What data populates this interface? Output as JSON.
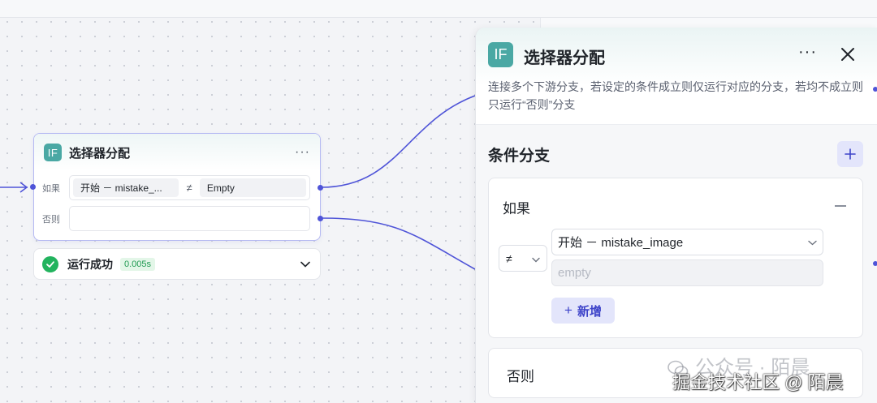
{
  "node": {
    "title": "选择器分配",
    "badge": "IF",
    "more": "···",
    "if_label": "如果",
    "else_label": "否则",
    "condition": {
      "variable": "开始 － mistake_...",
      "operator": "≠",
      "value": "Empty"
    }
  },
  "run_status": {
    "text": "运行成功",
    "time": "0.005s"
  },
  "panel": {
    "badge": "IF",
    "title": "选择器分配",
    "more": "···",
    "description": "连接多个下游分支，若设定的条件成立则仅运行对应的分支，若均不成立则只运行“否则”分支",
    "section_title": "条件分支",
    "case": {
      "title": "如果",
      "operator": "≠",
      "variable": "开始 － mistake_image",
      "value_placeholder": "empty",
      "add_condition": "新增",
      "add_plus": "+"
    },
    "else_title": "否则"
  },
  "watermark": "公众号 · 陌晨",
  "credit": "掘金技术社区 @ 陌晨",
  "colors": {
    "accent": "#4f54d8",
    "badge": "#4aa8a4",
    "success": "#22b35e"
  }
}
